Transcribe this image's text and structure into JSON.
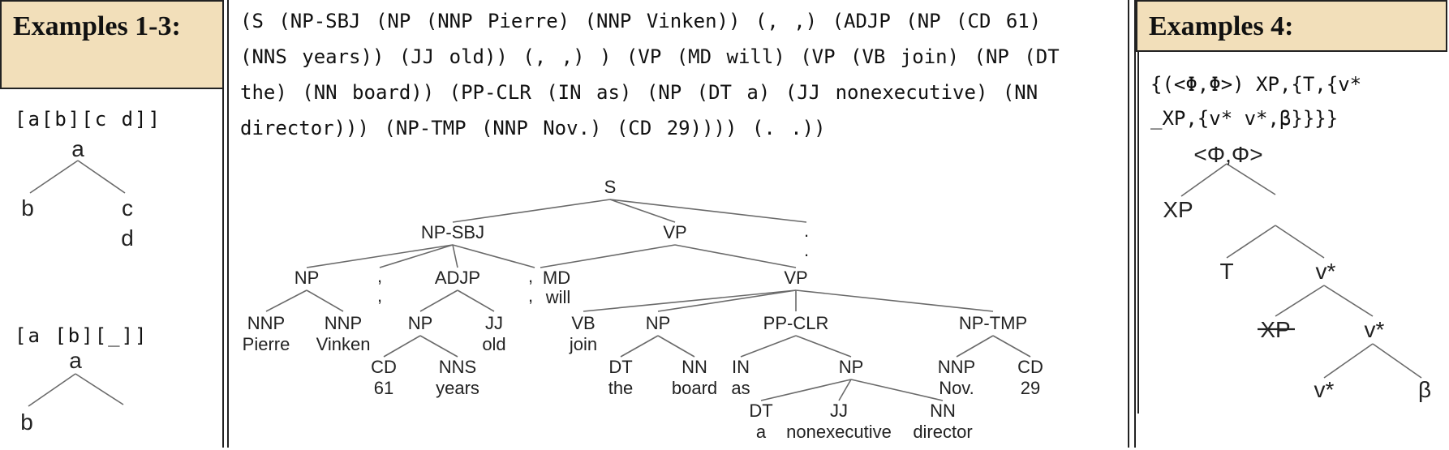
{
  "left_panel": {
    "heading": "Examples 1-3:",
    "ex1_code": "[a[b][c d]]",
    "ex2_code": "[a [b][_]]",
    "tree1": {
      "root": "a",
      "left": "b",
      "right_top": "c",
      "right_bottom": "d"
    },
    "tree2": {
      "root": "a",
      "left": "b"
    }
  },
  "middle_panel": {
    "bracket_text": "(S (NP-SBJ (NP (NNP Pierre) (NNP Vinken)) (, ,) (ADJP (NP (CD 61) (NNS years)) (JJ old)) (, ,) ) (VP (MD will) (VP (VB join) (NP (DT the) (NN board)) (PP-CLR (IN as) (NP (DT a) (JJ nonexecutive) (NN director))) (NP-TMP (NNP Nov.) (CD 29)))) (. .))",
    "tree": {
      "S": "S",
      "NPSBJ": "NP-SBJ",
      "VP1": "VP",
      "DOT": ".",
      "DOT2": ".",
      "NP1": "NP",
      "COMMA1": ",",
      "COMMA1b": ",",
      "ADJP": "ADJP",
      "COMMA2": ",",
      "COMMA2b": ",",
      "MD": "MD",
      "will": "will",
      "VP2": "VP",
      "NNP1": "NNP",
      "Pierre": "Pierre",
      "NNP2": "NNP",
      "Vinken": "Vinken",
      "NP2": "NP",
      "JJ1": "JJ",
      "old": "old",
      "CD1": "CD",
      "n61": "61",
      "NNS": "NNS",
      "years": "years",
      "VB": "VB",
      "join": "join",
      "NP3": "NP",
      "DT1": "DT",
      "the": "the",
      "NN1": "NN",
      "board": "board",
      "PPCLR": "PP-CLR",
      "IN": "IN",
      "as": "as",
      "NP4": "NP",
      "DT2": "DT",
      "a": "a",
      "JJ2": "JJ",
      "nonexecutive": "nonexecutive",
      "NN2": "NN",
      "director": "director",
      "NPTMP": "NP-TMP",
      "NNP3": "NNP",
      "Nov": "Nov.",
      "CD2": "CD",
      "n29": "29"
    }
  },
  "right_panel": {
    "heading": "Examples 4:",
    "code_line1": "{(<Φ,Φ>) XP,{T,{v*",
    "code_line2": "_XP,{v* v*,β}}}}",
    "tree": {
      "root": "<Φ,Φ>",
      "XP": "XP",
      "T": "T",
      "v1": "v*",
      "XP_struck": "XP",
      "v2": "v*",
      "v3": "v*",
      "beta": "β"
    }
  }
}
